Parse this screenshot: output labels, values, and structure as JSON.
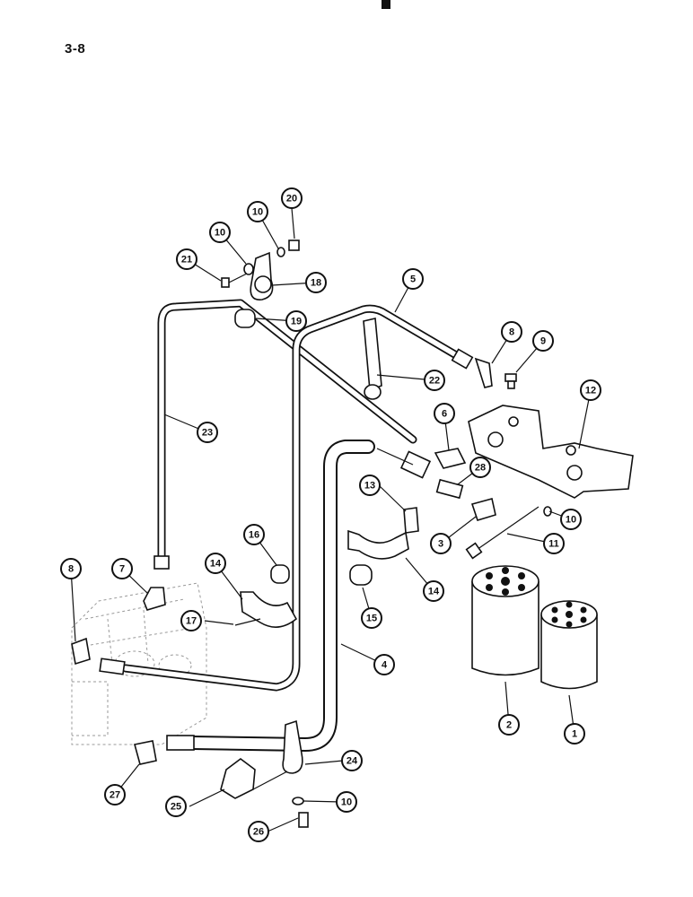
{
  "page": {
    "number": "3-8"
  },
  "callouts": [
    {
      "id": "c1",
      "label": "1"
    },
    {
      "id": "c2",
      "label": "2"
    },
    {
      "id": "c3",
      "label": "3"
    },
    {
      "id": "c4",
      "label": "4"
    },
    {
      "id": "c5",
      "label": "5"
    },
    {
      "id": "c6",
      "label": "6"
    },
    {
      "id": "c7",
      "label": "7"
    },
    {
      "id": "c8a",
      "label": "8"
    },
    {
      "id": "c8b",
      "label": "8"
    },
    {
      "id": "c9",
      "label": "9"
    },
    {
      "id": "c10a",
      "label": "10"
    },
    {
      "id": "c10b",
      "label": "10"
    },
    {
      "id": "c10c",
      "label": "10"
    },
    {
      "id": "c10d",
      "label": "10"
    },
    {
      "id": "c11",
      "label": "11"
    },
    {
      "id": "c12",
      "label": "12"
    },
    {
      "id": "c13",
      "label": "13"
    },
    {
      "id": "c14a",
      "label": "14"
    },
    {
      "id": "c14b",
      "label": "14"
    },
    {
      "id": "c15",
      "label": "15"
    },
    {
      "id": "c16",
      "label": "16"
    },
    {
      "id": "c17",
      "label": "17"
    },
    {
      "id": "c18",
      "label": "18"
    },
    {
      "id": "c19",
      "label": "19"
    },
    {
      "id": "c20",
      "label": "20"
    },
    {
      "id": "c21",
      "label": "21"
    },
    {
      "id": "c22",
      "label": "22"
    },
    {
      "id": "c23",
      "label": "23"
    },
    {
      "id": "c24",
      "label": "24"
    },
    {
      "id": "c25",
      "label": "25"
    },
    {
      "id": "c26",
      "label": "26"
    },
    {
      "id": "c27",
      "label": "27"
    },
    {
      "id": "c28",
      "label": "28"
    }
  ]
}
